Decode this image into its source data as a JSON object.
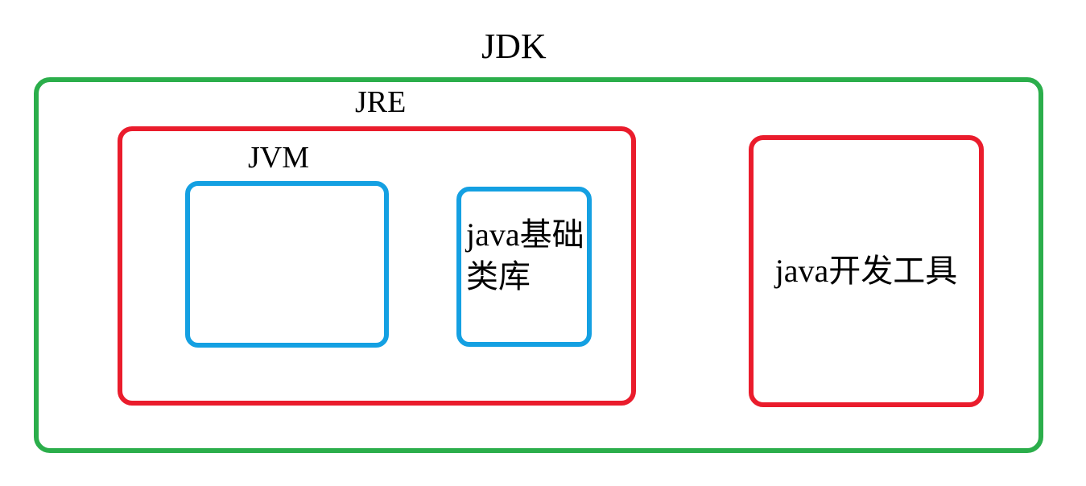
{
  "diagram": {
    "description": "JDK / JRE / JVM nested architecture diagram",
    "labels": {
      "jdk": "JDK",
      "jre": "JRE",
      "jvm": "JVM"
    },
    "class_library": {
      "full_text": "java基础类库",
      "lines": [
        "java基础",
        "类库"
      ]
    },
    "dev_tools": {
      "label": "java开发工具"
    },
    "colors": {
      "jdk_border": "#2bae4b",
      "jre_border": "#ea1c2c",
      "jvm_border": "#14a0e2",
      "class_library_border": "#14a0e2",
      "dev_tools_border": "#ea1c2c",
      "text": "#000000",
      "background": "#ffffff"
    }
  }
}
